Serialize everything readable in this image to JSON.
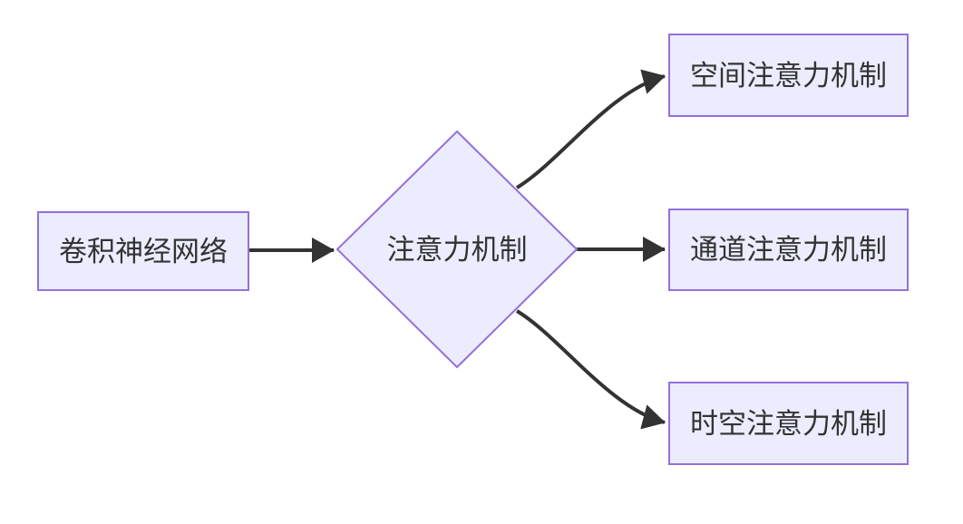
{
  "colors": {
    "node_fill": "#ECECFF",
    "node_border": "#9370DB",
    "edge_color": "#333333",
    "text_color": "#333333",
    "canvas_bg": "#ffffff"
  },
  "diagram": {
    "kind": "flowchart",
    "direction": "left-to-right",
    "nodes": {
      "cnn": {
        "shape": "rectangle",
        "label": "卷积神经网络"
      },
      "attention": {
        "shape": "diamond",
        "label": "注意力机制"
      },
      "spatial": {
        "shape": "rectangle",
        "label": "空间注意力机制"
      },
      "channel": {
        "shape": "rectangle",
        "label": "通道注意力机制"
      },
      "temporal": {
        "shape": "rectangle",
        "label": "时空注意力机制"
      }
    },
    "edges": [
      {
        "from": "cnn",
        "to": "attention",
        "style": "straight-arrow"
      },
      {
        "from": "attention",
        "to": "spatial",
        "style": "curved-arrow"
      },
      {
        "from": "attention",
        "to": "channel",
        "style": "straight-arrow"
      },
      {
        "from": "attention",
        "to": "temporal",
        "style": "curved-arrow"
      }
    ]
  }
}
